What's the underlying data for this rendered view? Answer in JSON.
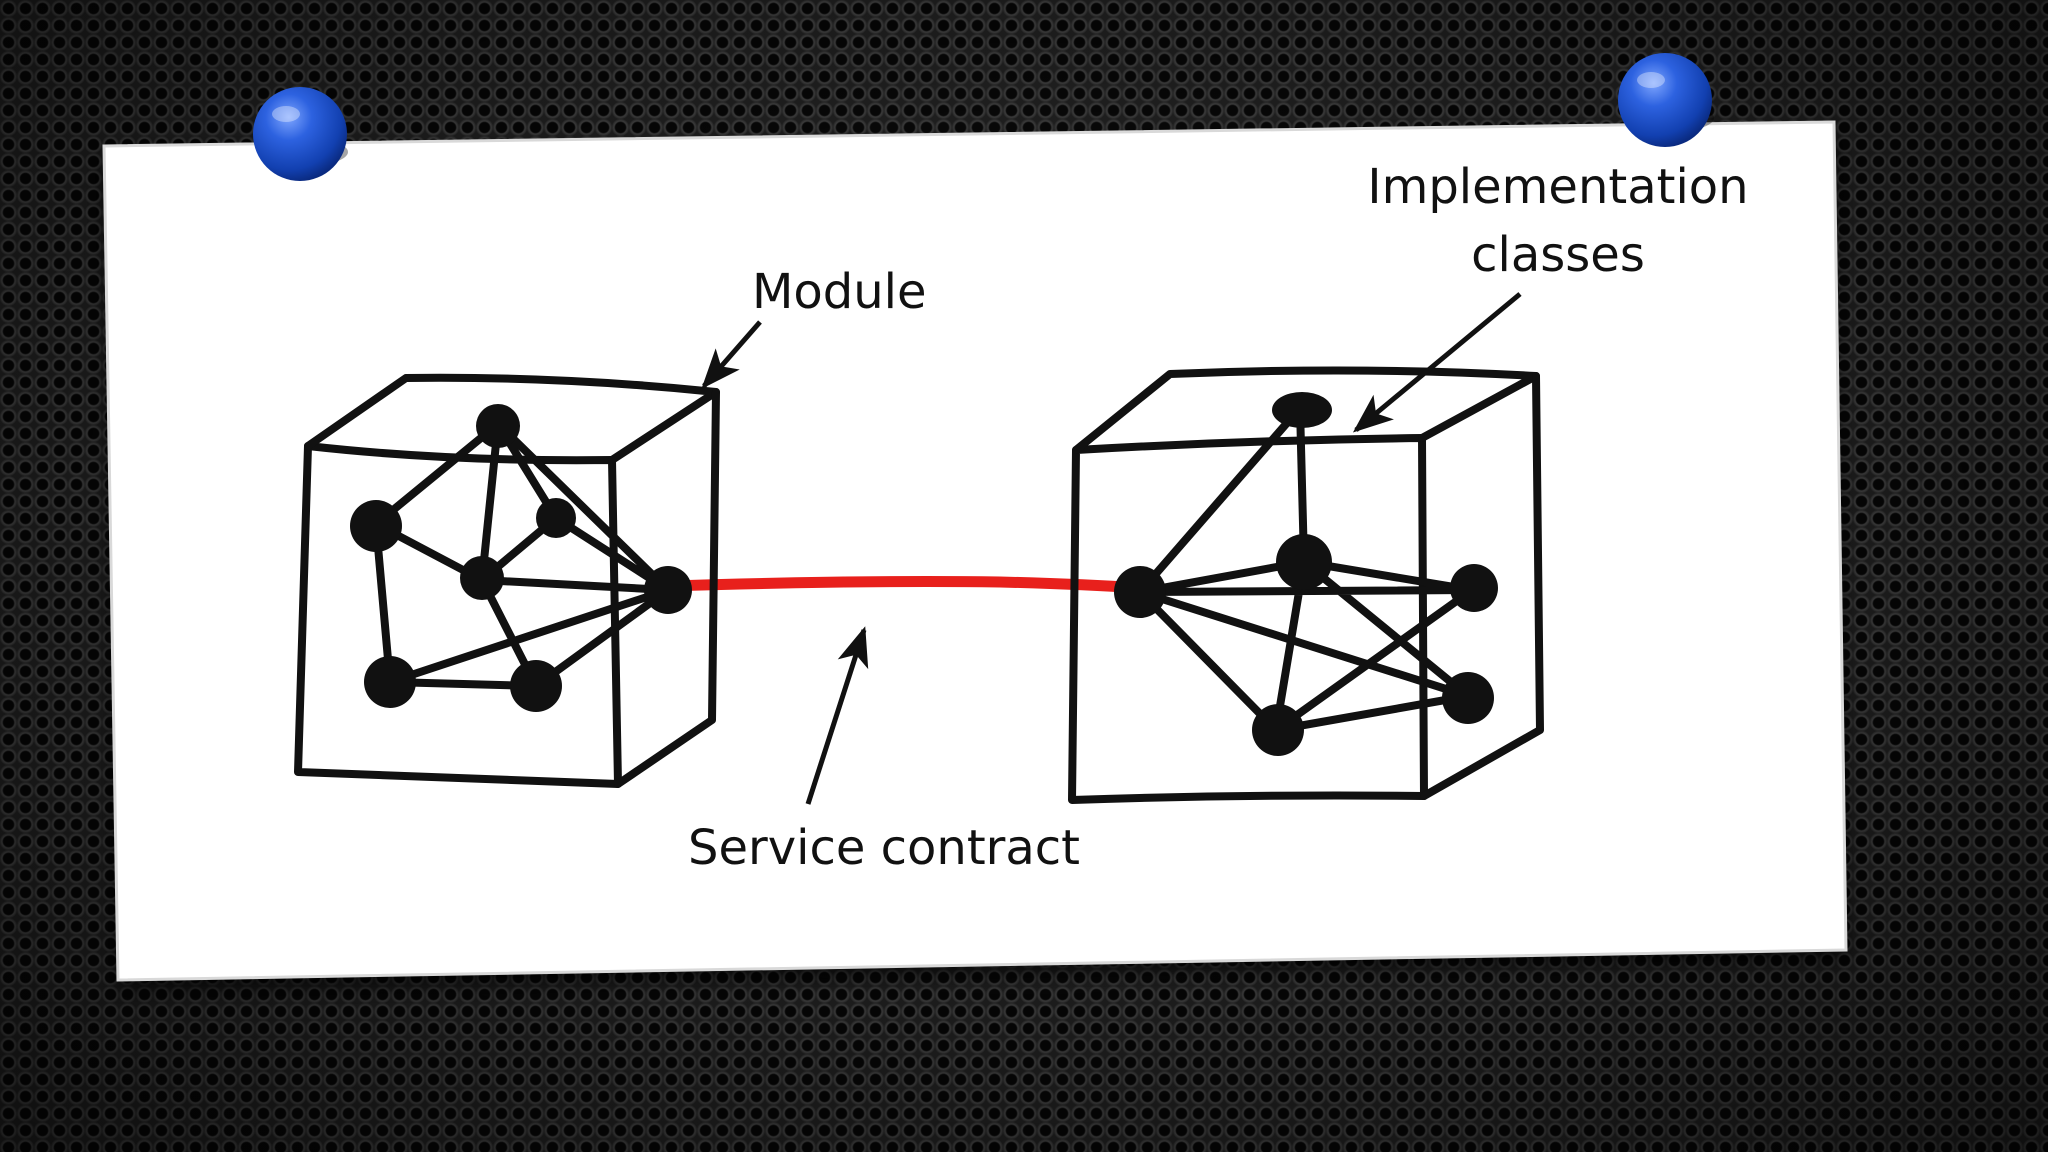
{
  "labels": {
    "module": "Module",
    "implementation_line1": "Implementation",
    "implementation_line2": "classes",
    "service_contract": "Service contract"
  },
  "colors": {
    "paper": "#ffffff",
    "ink": "#111111",
    "contract_line": "#e8201c",
    "pin": "#1a4fc9",
    "background": "#1c1c1c"
  },
  "icons": {
    "pins": [
      "pushpin-icon",
      "pushpin-icon"
    ],
    "modules": [
      "module-cube-icon",
      "module-cube-icon"
    ]
  }
}
